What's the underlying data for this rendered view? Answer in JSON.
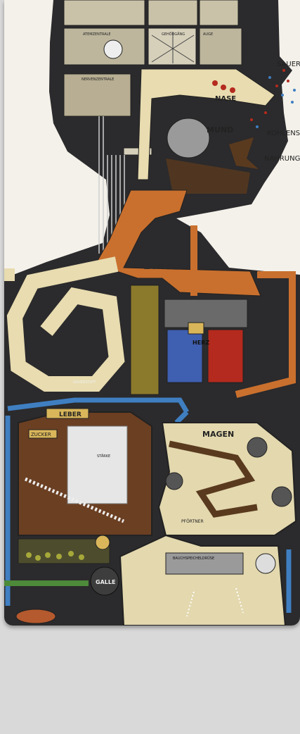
{
  "poster": {
    "labels": {
      "lunge": "LUNGE",
      "herz": "HERZ",
      "leber": "LEBER",
      "magen": "MAGEN",
      "galle": "GALLE",
      "nase": "NASE",
      "mund": "MUND",
      "sauer": "SAUER",
      "kohlens": "KOHLENS",
      "nahrung": "NAHRUNG",
      "zucker": "ZUCKER",
      "atemzentrale": "ATEMZENTRALE",
      "nervenzentrale": "NERVENZENTRALE",
      "gehoergang": "GEHÖRGÄNG",
      "auge": "AUGE",
      "pfoertner": "PFÖRTNER",
      "bauchspeicheldruese": "BAUCHSPEICHELDRÜSE",
      "sauerstoff": "SAUERSTOFF",
      "staerke": "STÄRKE",
      "gallenblase": "GALLE"
    },
    "colors": {
      "dark": "#2b2a2c",
      "cream": "#e8dcb0",
      "orange": "#c9702e",
      "blue": "#3f7fc1",
      "gold": "#d9b65a",
      "olive": "#8c7a2c",
      "brown": "#5a3a1e",
      "red": "#b52a1e",
      "green": "#4d8a3a",
      "grey": "#9a9a9a"
    }
  }
}
